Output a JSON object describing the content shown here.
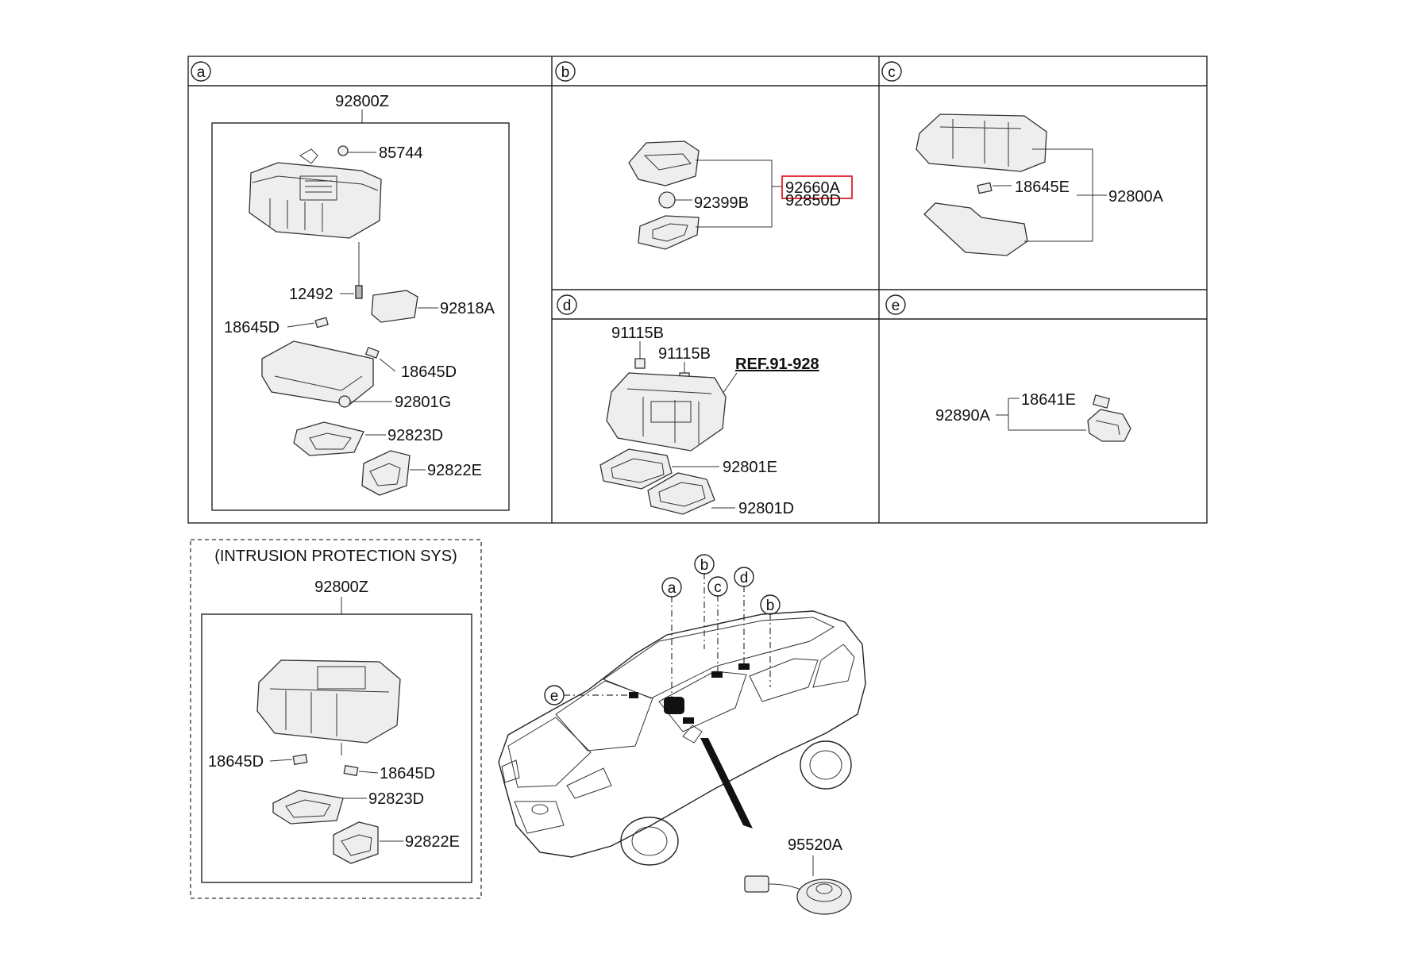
{
  "sections": {
    "a": "a",
    "b": "b",
    "c": "c",
    "d": "d",
    "e": "e"
  },
  "parts": {
    "a": {
      "group": "92800Z",
      "p1": "85744",
      "p2": "12492",
      "p3": "92818A",
      "p4": "18645D",
      "p5": "18645D",
      "p6": "92801G",
      "p7": "92823D",
      "p8": "92822E"
    },
    "b": {
      "p1": "92660A",
      "p2": "92850D",
      "p3": "92399B"
    },
    "c": {
      "p1": "18645E",
      "p2": "92800A"
    },
    "d": {
      "p1": "91115B",
      "p2": "91115B",
      "ref": "REF.91-928",
      "p3": "92801E",
      "p4": "92801D"
    },
    "e": {
      "p1": "92890A",
      "p2": "18641E"
    }
  },
  "intrusion": {
    "title": "(INTRUSION PROTECTION SYS)",
    "group": "92800Z",
    "p1": "18645D",
    "p2": "18645D",
    "p3": "92823D",
    "p4": "92822E"
  },
  "vehicle": {
    "callouts": [
      "a",
      "b",
      "c",
      "d",
      "b",
      "e"
    ],
    "sensor": "95520A"
  },
  "colors": {
    "highlight": "#e0202a",
    "line": "#222222"
  }
}
